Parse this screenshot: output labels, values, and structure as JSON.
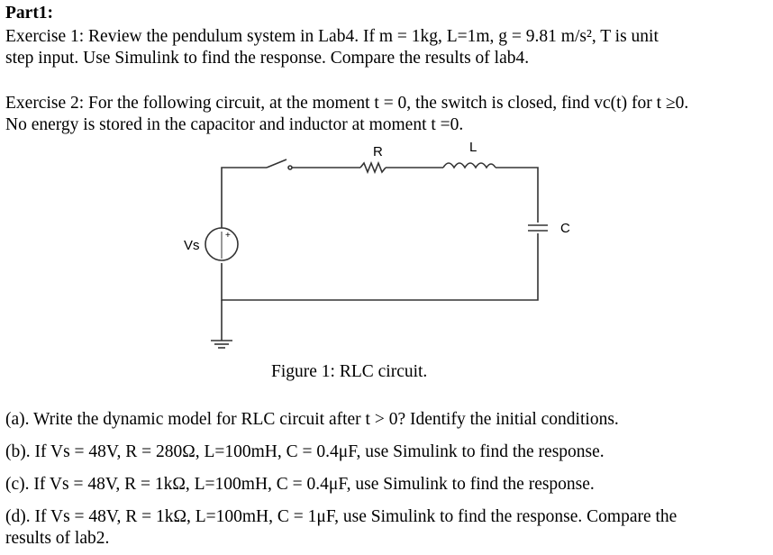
{
  "part": {
    "title": "Part1:"
  },
  "exercise1": {
    "line1": "Exercise 1: Review the pendulum system in Lab4. If m = 1kg, L=1m, g = 9.81 m/s², T is unit",
    "line2": "step input. Use Simulink to find the response. Compare the results of lab4."
  },
  "exercise2": {
    "line1": "Exercise 2: For the following circuit, at the moment t = 0, the switch is closed, find vc(t) for t ≥0.",
    "line2": "No energy is stored in the capacitor and inductor at moment t =0."
  },
  "figure": {
    "caption": "Figure 1: RLC circuit.",
    "labels": {
      "R": "R",
      "L": "L",
      "C": "C",
      "Vs": "Vs",
      "plus": "+"
    }
  },
  "questions": [
    "(a). Write the dynamic model for RLC circuit after t > 0? Identify the initial conditions.",
    "(b). If Vs = 48V, R = 280Ω, L=100mH, C = 0.4μF, use Simulink to find the response.",
    "(c). If Vs = 48V, R = 1kΩ, L=100mH, C = 0.4μF, use Simulink to find the response.",
    "(d). If Vs = 48V, R = 1kΩ, L=100mH, C = 1μF, use Simulink to find the response. Compare the",
    "results of lab2."
  ]
}
